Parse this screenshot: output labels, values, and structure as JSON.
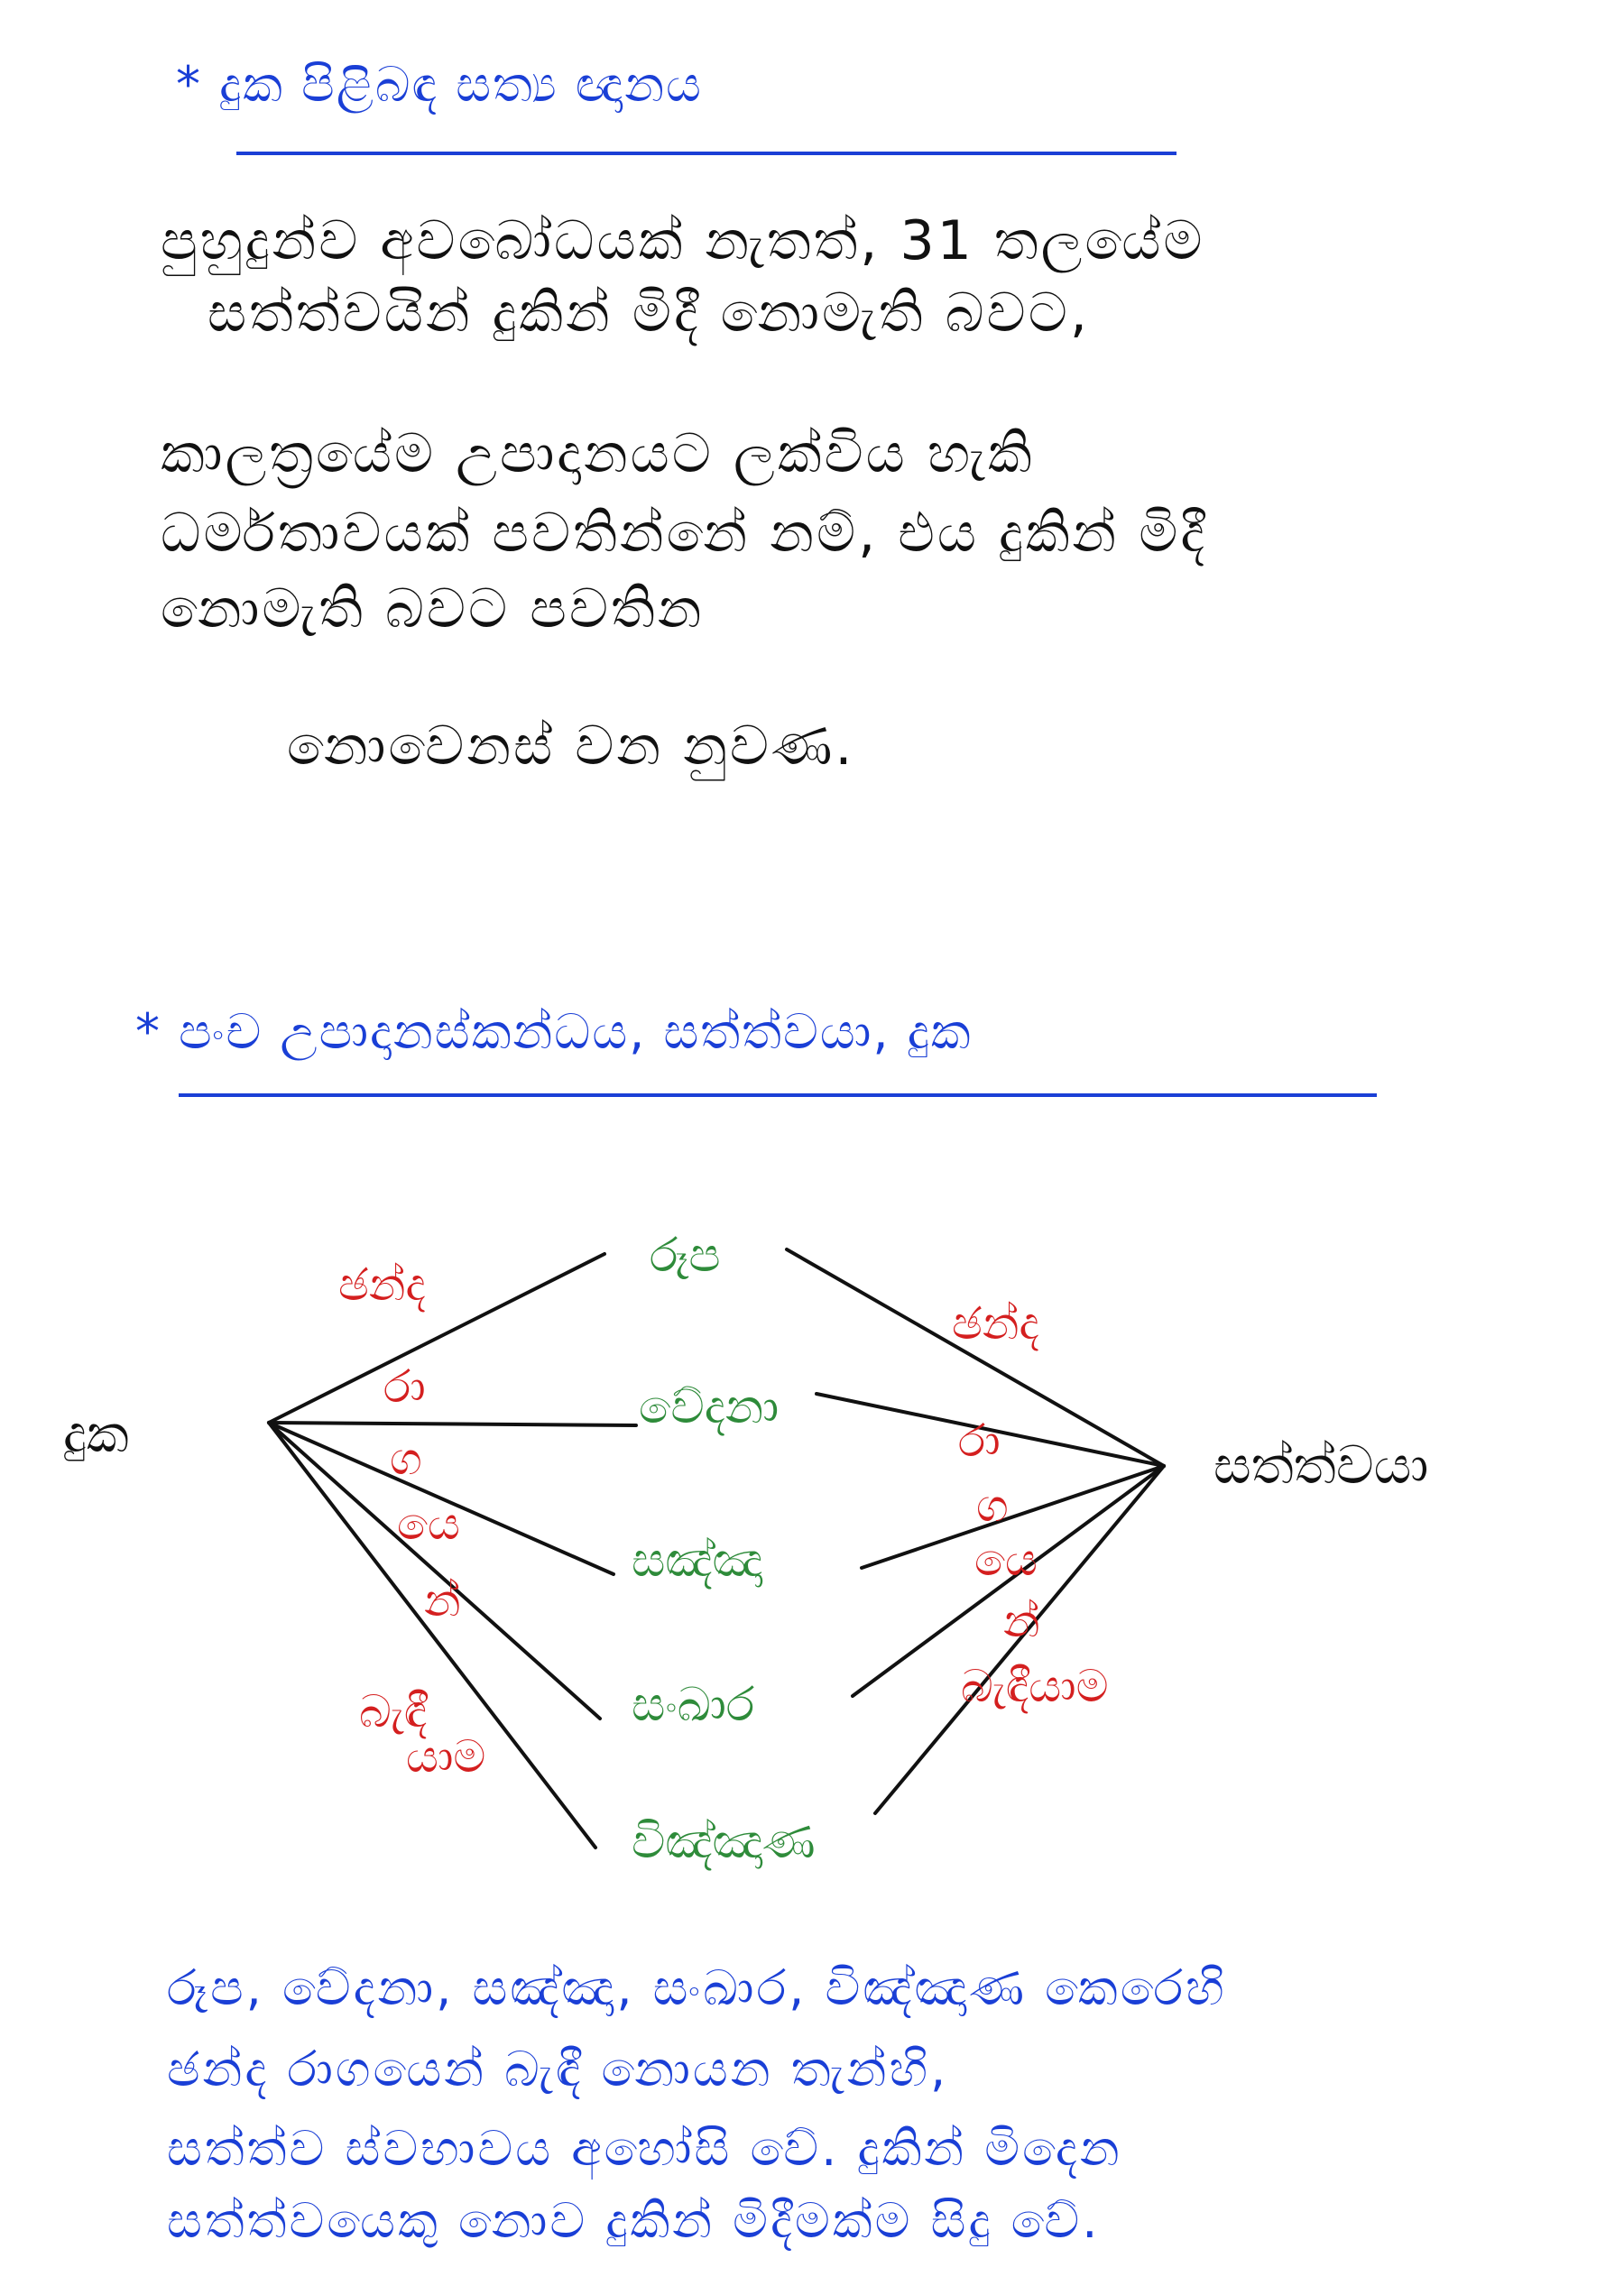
{
  "section1": {
    "heading": "* දුක පිළිබඳ සත්‍ය ඥානය",
    "paragraph_lines": [
      "පුහුදුන්ව අවබෝධයක් නැතත්, 31 තලයේම",
      "සත්ත්වයින් දුකින් මිදී නොමැති බවට,"
    ],
    "paragraph2_lines": [
      "කාලත්‍රයේම උපාදානයට ලක්විය හැකි",
      "ධර්මතාවයක් පවතින්නේ නම්, එය දුකින් මිදී",
      "නොමැති බවට පවතින"
    ],
    "closing_line": "නොවෙනස් වන නුවණ."
  },
  "section2": {
    "heading": "* පංච උපාදානස්කන්ධය, සත්ත්වයා, දුක"
  },
  "diagram": {
    "left_node": "දුක",
    "right_node": "සත්ත්වයා",
    "middle_nodes": [
      "රූප",
      "වේදනා",
      "සඤ්ඤා",
      "සංඛාර",
      "විඤ්ඤාණ"
    ],
    "left_relation": [
      "ඡන්ද",
      "රා",
      "ග",
      "යෙ",
      "න්",
      "බැඳී",
      "යාම"
    ],
    "right_relation": [
      "ඡන්ද",
      "රා",
      "ග",
      "යෙ",
      "න්",
      "බැඳීයාම"
    ],
    "colors": {
      "relation": "#d41f1f",
      "aggregates": "#2e8b3a",
      "lines": "#111111"
    }
  },
  "footer": {
    "lines": [
      "රූප, වේදනා, සඤ්ඤා, සංඛාර, විඤ්ඤාණ කෙරෙහි",
      "ඡන්ද රාගයෙන් බැඳී නොයන තැන්හි,",
      "සත්ත්ව ස්වභාවය අහෝසි වේ. දුකින් මිදෙන",
      "සත්ත්වයෙකු නොව දුකින් මිදීමක්ම සිදු වේ."
    ]
  },
  "colors": {
    "heading": "#1a3fd6",
    "body": "#111111",
    "footer": "#1a3fd6"
  }
}
